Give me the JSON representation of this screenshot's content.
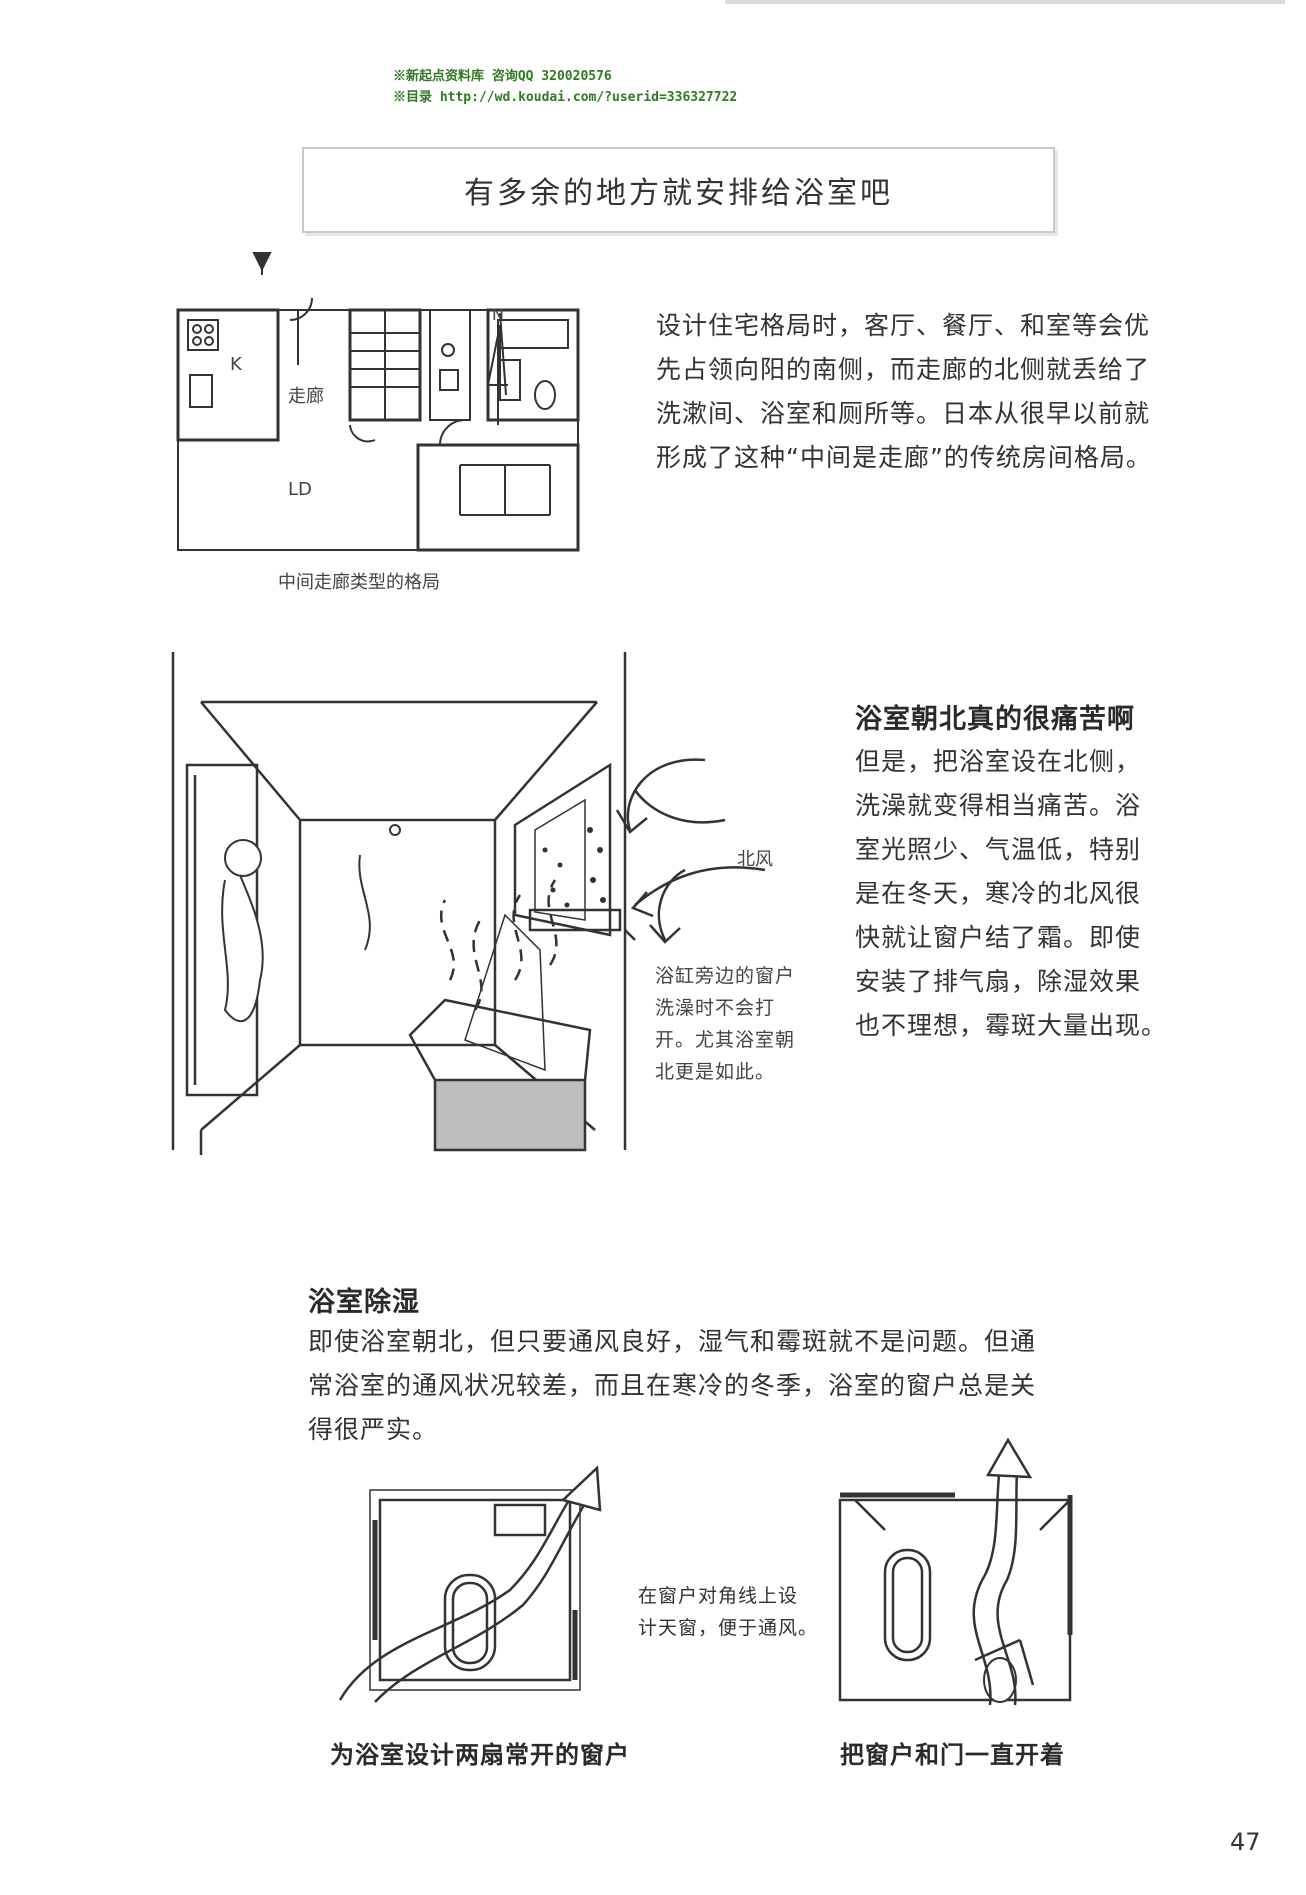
{
  "header": {
    "line1": "※新起点资料库 咨询QQ 320020576",
    "line2": "※目录 http://wd.koudai.com/?userid=336327722"
  },
  "title": "有多余的地方就安排给浴室吧",
  "floorplan": {
    "label_k": "K",
    "label_corridor": "走廊",
    "label_ld": "LD",
    "label_n": "N",
    "caption": "中间走廊类型的格局"
  },
  "intro_lines": [
    "设计住宅格局时，客厅、餐厅、和室等会优",
    "先占领向阳的南侧，而走廊的北侧就丢给了",
    "洗漱间、浴室和厕所等。日本从很早以前就",
    "形成了这种“中间是走廊”的传统房间格局。"
  ],
  "north_section": {
    "heading": "浴室朝北真的很痛苦啊",
    "lines": [
      "但是，把浴室设在北侧，",
      "洗澡就变得相当痛苦。浴",
      "室光照少、气温低，特别",
      "是在冬天，寒冷的北风很",
      "快就让窗户结了霜。即使",
      "安装了排气扇，除湿效果",
      "也不理想，霉斑大量出现。"
    ],
    "wind_label": "北风",
    "note_lines": [
      "浴缸旁边的窗户",
      "洗澡时不会打",
      "开。尤其浴室朝",
      "北更是如此。"
    ]
  },
  "dehumid_section": {
    "heading": "浴室除湿",
    "lines": [
      "即使浴室朝北，但只要通风良好，湿气和霉斑就不是问题。但通",
      "常浴室的通风状况较差，而且在寒冷的冬季，浴室的窗户总是关",
      "得很严实。"
    ]
  },
  "diagrams": {
    "middle_note": [
      "在窗户对角线上设",
      "计天窗，便于通风。"
    ],
    "left_caption": "为浴室设计两扇常开的窗户",
    "right_caption": "把窗户和门一直开着"
  },
  "page_number": "47",
  "colors": {
    "header_green": "#2f7a22",
    "tub_water": "#bdbdbd",
    "line": "#333333"
  }
}
